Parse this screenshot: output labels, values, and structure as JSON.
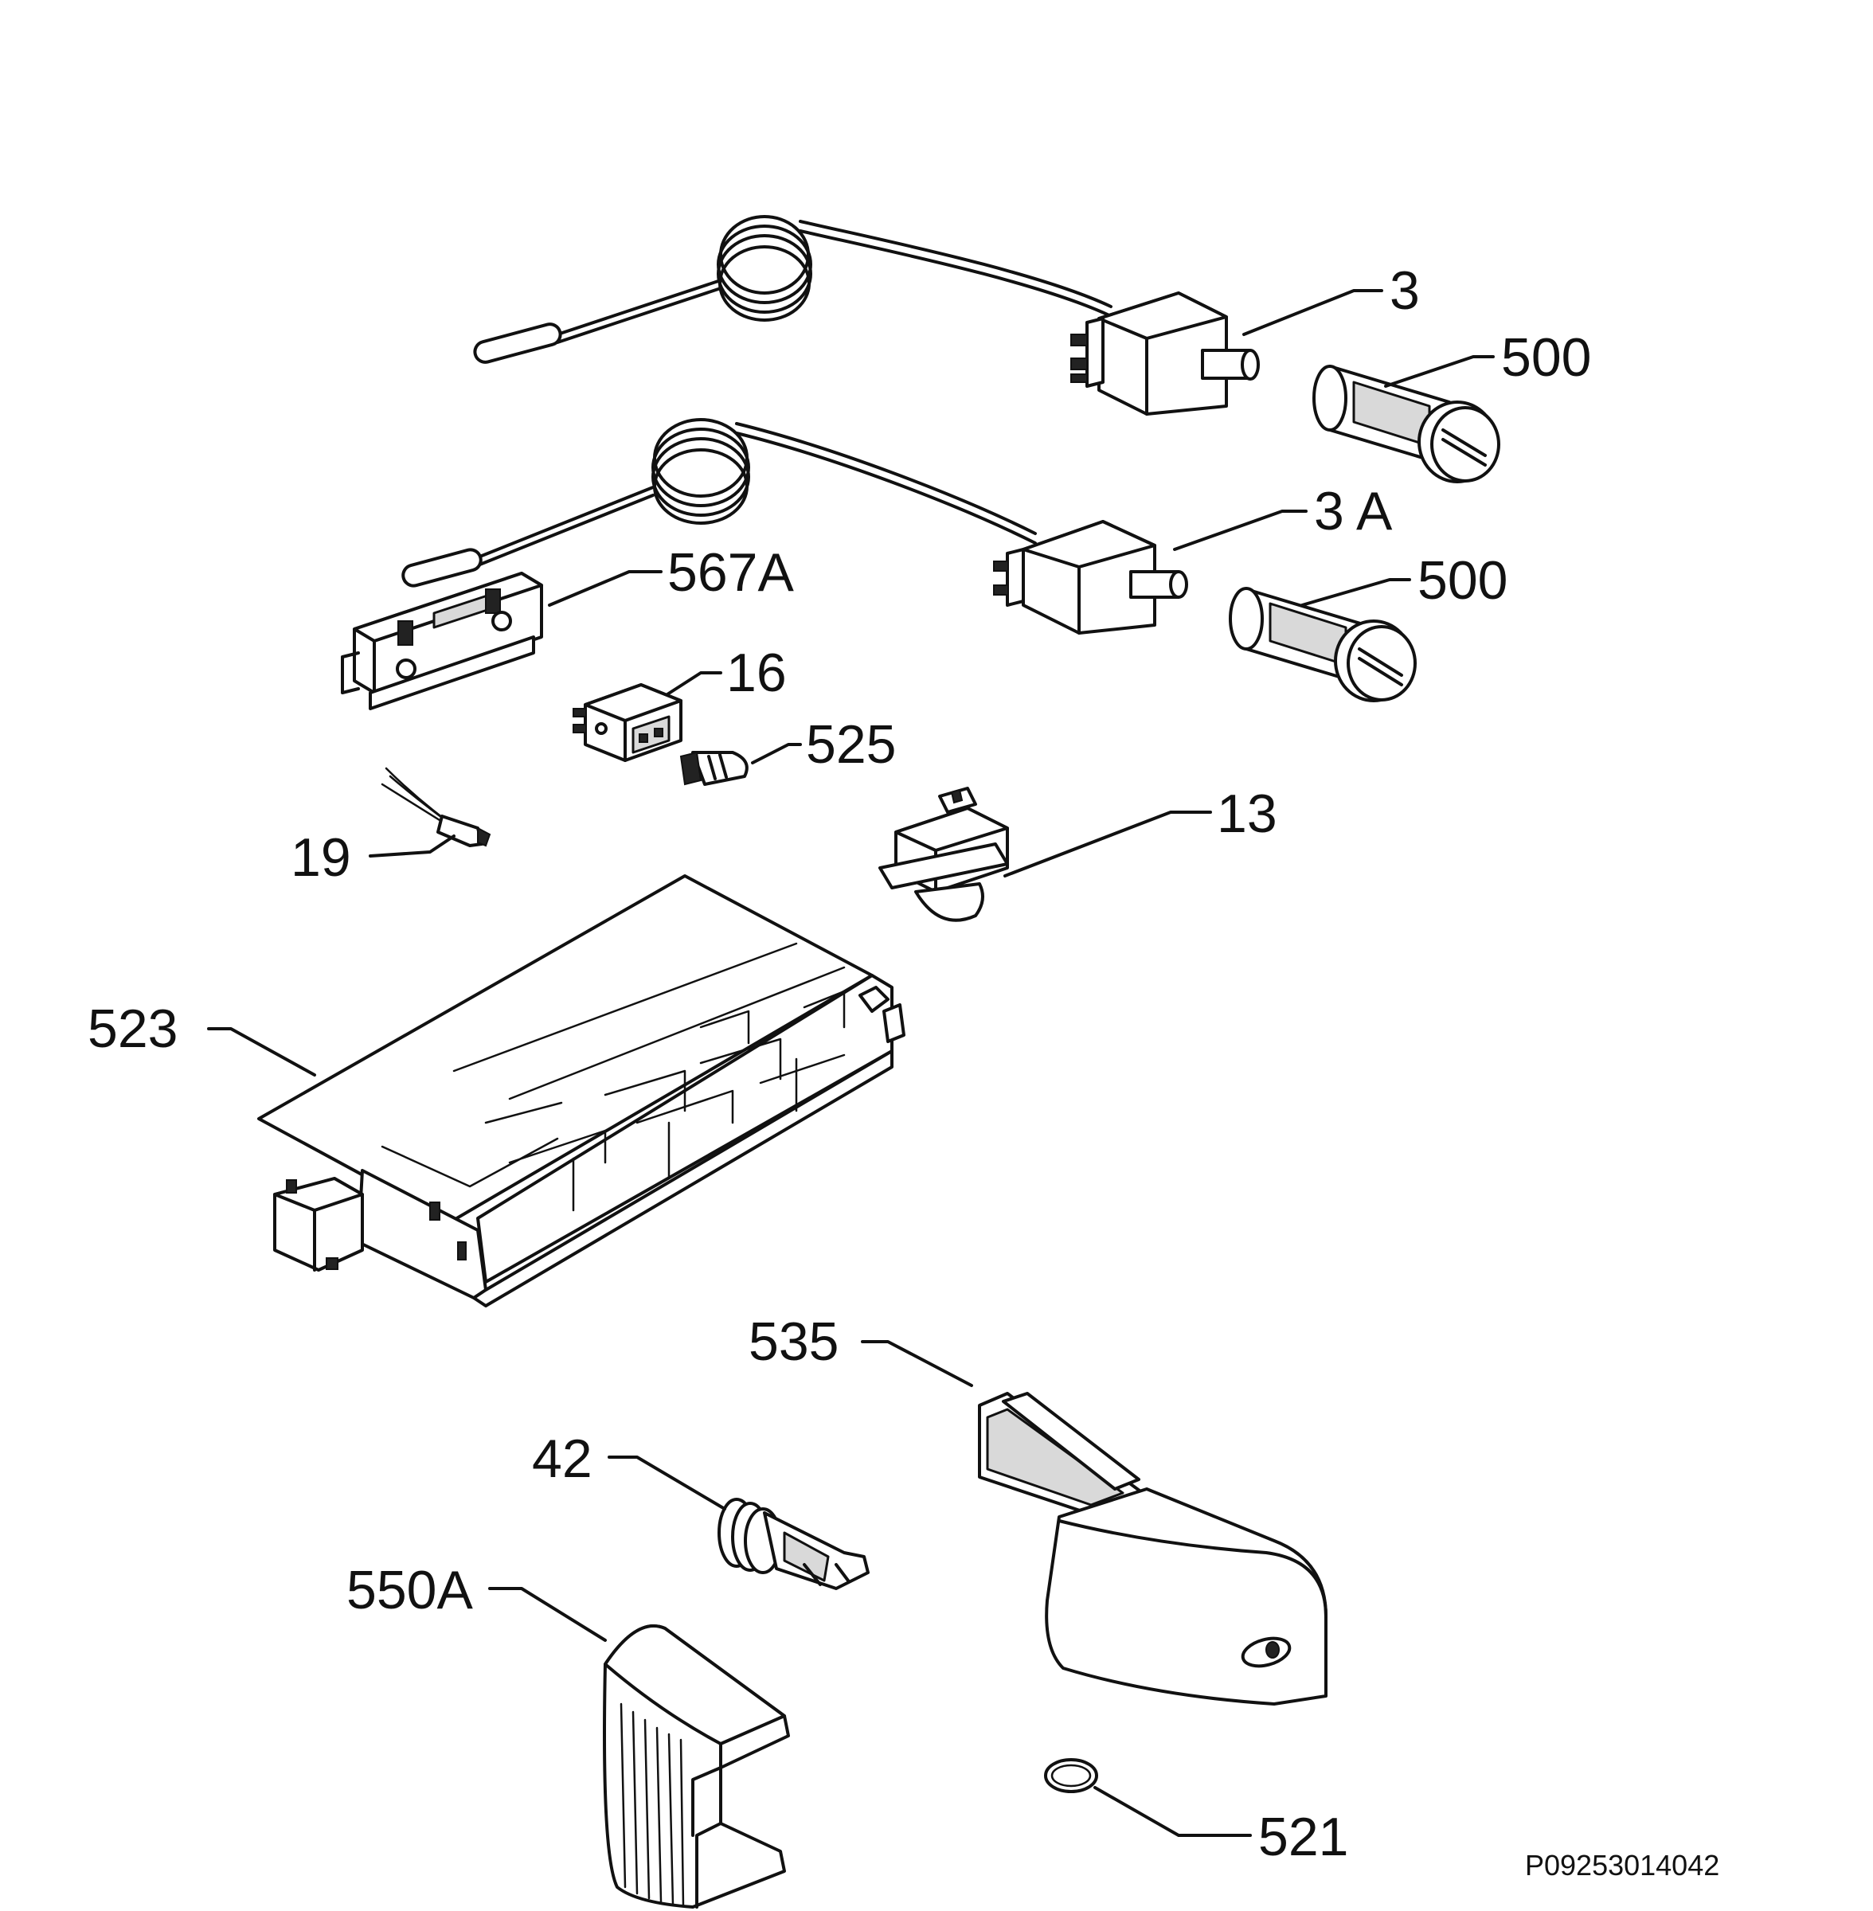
{
  "diagram": {
    "reference_code": "P09253014042",
    "callouts": [
      {
        "id": "3",
        "label": "3"
      },
      {
        "id": "500-upper",
        "label": "500"
      },
      {
        "id": "3a",
        "label": "3 A"
      },
      {
        "id": "500-lower",
        "label": "500"
      },
      {
        "id": "567a",
        "label": "567A"
      },
      {
        "id": "16",
        "label": "16"
      },
      {
        "id": "525",
        "label": "525"
      },
      {
        "id": "13",
        "label": "13"
      },
      {
        "id": "19",
        "label": "19"
      },
      {
        "id": "523",
        "label": "523"
      },
      {
        "id": "535",
        "label": "535"
      },
      {
        "id": "42",
        "label": "42"
      },
      {
        "id": "550a",
        "label": "550A"
      },
      {
        "id": "521",
        "label": "521"
      }
    ]
  }
}
